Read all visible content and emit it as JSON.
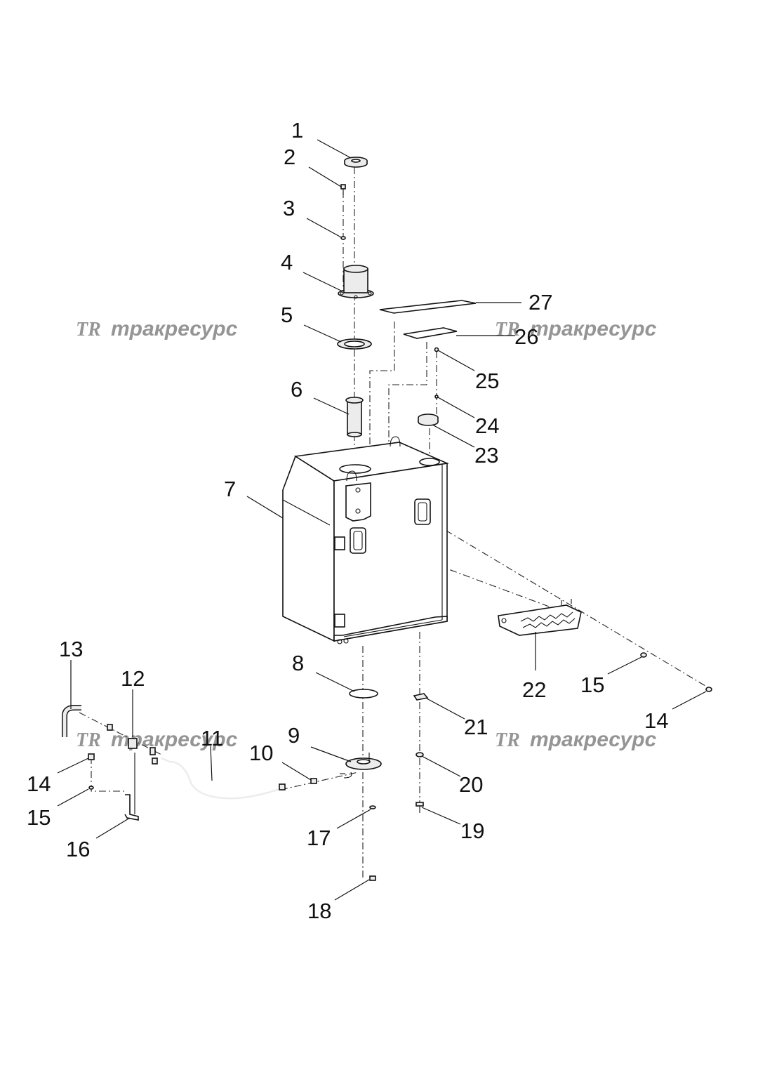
{
  "watermark": {
    "logo": "TR",
    "text": "тракресурс"
  },
  "callouts": [
    "1",
    "2",
    "3",
    "4",
    "5",
    "6",
    "7",
    "8",
    "9",
    "10",
    "11",
    "12",
    "13",
    "14",
    "15",
    "16",
    "17",
    "18",
    "19",
    "20",
    "21",
    "22",
    "23",
    "24",
    "25",
    "26",
    "27"
  ],
  "callouts_repeat": {
    "14b": "14",
    "15b": "15"
  }
}
